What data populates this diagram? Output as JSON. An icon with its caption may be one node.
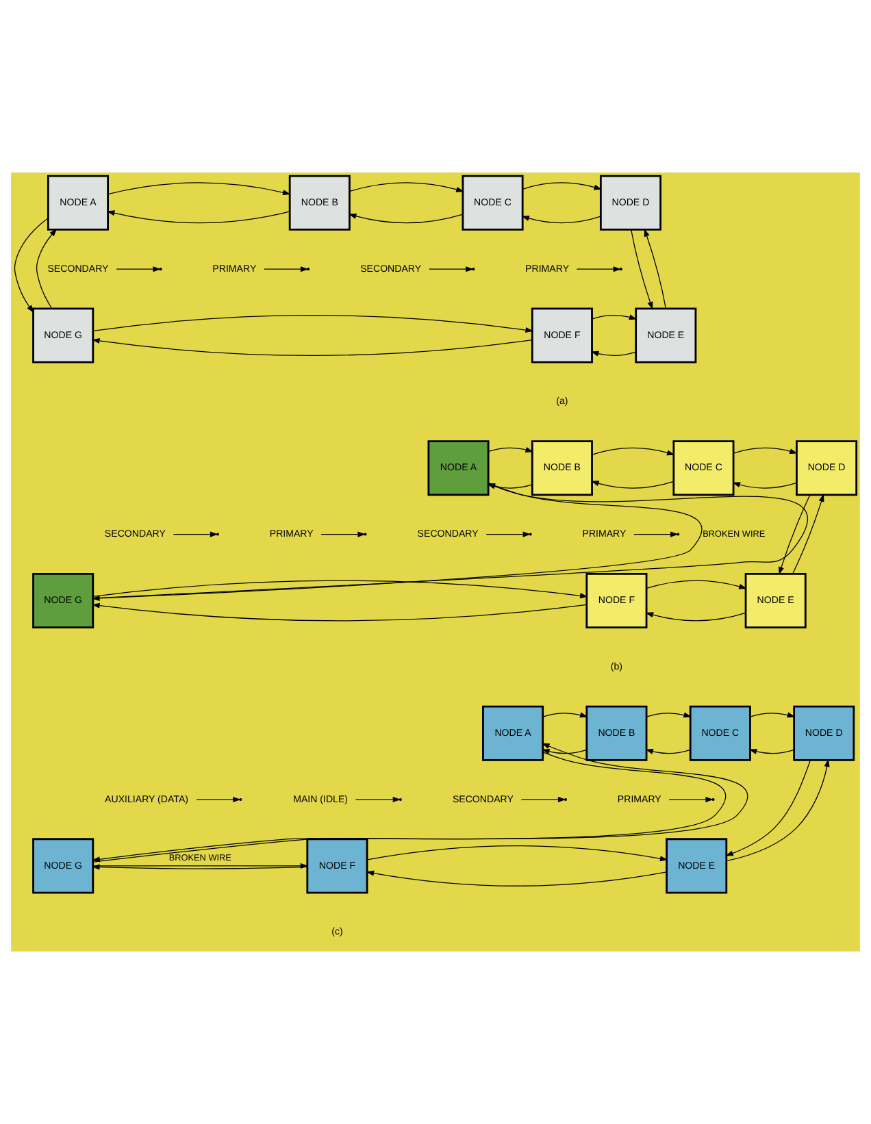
{
  "diagram": {
    "nodes": [
      {
        "text": [
          "NODE A"
        ]
      },
      {
        "text": [
          "NODE B"
        ]
      },
      {
        "text": [
          "NODE C"
        ]
      },
      {
        "text": [
          "NODE D"
        ]
      },
      {
        "text": [
          "SECONDARY"
        ]
      },
      {
        "text": [
          "SECONDARY"
        ]
      },
      {
        "text": [
          "PRIMARY"
        ]
      },
      {
        "text": [
          "PRIMARY"
        ]
      },
      {
        "text": [
          "NODE G"
        ]
      },
      {
        "text": [
          "NODE F"
        ]
      },
      {
        "text": [
          "NODE E"
        ]
      },
      {
        "text": [
          "NODE A"
        ]
      },
      {
        "text": [
          "NODE B"
        ]
      },
      {
        "text": [
          "NODE C"
        ]
      },
      {
        "text": [
          "NODE D"
        ]
      },
      {
        "text": [
          "SECONDARY"
        ]
      },
      {
        "text": [
          "SECONDARY"
        ]
      },
      {
        "text": [
          "PRIMARY"
        ]
      },
      {
        "text": [
          "PRIMARY"
        ]
      },
      {
        "text": [
          "NODE G"
        ]
      },
      {
        "text": [
          "NODE F"
        ]
      },
      {
        "text": [
          "NODE E"
        ]
      },
      {
        "text": [
          "NODE A"
        ]
      },
      {
        "text": [
          "NODE B"
        ]
      },
      {
        "text": [
          "NODE C"
        ]
      },
      {
        "text": [
          "NODE D"
        ]
      },
      {
        "text": [
          "AUXILIARY (DATA)"
        ]
      },
      {
        "text": [
          "SECONDARY"
        ]
      },
      {
        "text": [
          "MAIN (IDLE)"
        ]
      },
      {
        "text": [
          "PRIMARY"
        ]
      },
      {
        "text": [
          "NODE G"
        ]
      },
      {
        "text": [
          "NODE F"
        ]
      },
      {
        "text": [
          "NODE E"
        ]
      }
    ],
    "edges": [
      {
        "from": 1,
        "to": 0,
        "arrow": "to"
      },
      {
        "from": 2,
        "to": 1,
        "arrow": "to"
      },
      {
        "from": 3,
        "to": 2,
        "arrow": "to"
      },
      {
        "from": 0,
        "to": 1,
        "arrow": "to"
      },
      {
        "from": 1,
        "to": 2,
        "arrow": "to"
      },
      {
        "from": 2,
        "to": 3,
        "arrow": "to"
      },
      {
        "from": 3,
        "to": 10,
        "arrow": "to"
      },
      {
        "from": 10,
        "to": 3,
        "arrow": "to"
      },
      {
        "from": 10,
        "to": 9,
        "arrow": "to"
      },
      {
        "from": 9,
        "to": 8,
        "arrow": "to"
      },
      {
        "from": 8,
        "to": 0,
        "arrow": "to"
      },
      {
        "from": 0,
        "to": 8,
        "arrow": "to"
      },
      {
        "from": 8,
        "to": 9,
        "arrow": "to"
      },
      {
        "from": 9,
        "to": 10,
        "arrow": "to"
      },
      {
        "from": 4,
        "to": null,
        "arrow": "to"
      },
      {
        "from": 5,
        "to": null,
        "arrow": "to"
      },
      {
        "from": 6,
        "to": null,
        "arrow": "to"
      },
      {
        "from": 7,
        "to": null,
        "arrow": "to"
      },
      {
        "from": 12,
        "to": 11,
        "arrow": "to"
      },
      {
        "from": 13,
        "to": 12,
        "arrow": "to"
      },
      {
        "from": 14,
        "to": 13,
        "arrow": "to"
      },
      {
        "from": 11,
        "to": 12,
        "arrow": "to"
      },
      {
        "from": 12,
        "to": 13,
        "arrow": "to"
      },
      {
        "from": 13,
        "to": 14,
        "arrow": "to"
      },
      {
        "from": 14,
        "to": 21,
        "arrow": "to"
      },
      {
        "from": 21,
        "to": 14,
        "arrow": "to"
      },
      {
        "from": 21,
        "to": 20,
        "arrow": "to"
      },
      {
        "from": 20,
        "to": 19,
        "arrow": "to"
      },
      {
        "from": 19,
        "to": 11,
        "arrow": "to"
      },
      {
        "from": 11,
        "to": 19,
        "arrow": "to",
        "label": "BROKEN WIRE"
      },
      {
        "from": 19,
        "to": 20,
        "arrow": "to"
      },
      {
        "from": 20,
        "to": 21,
        "arrow": "to"
      },
      {
        "from": 15,
        "to": null,
        "arrow": "to"
      },
      {
        "from": 16,
        "to": null,
        "arrow": "to"
      },
      {
        "from": 17,
        "to": null,
        "arrow": "to"
      },
      {
        "from": 18,
        "to": null,
        "arrow": "to"
      },
      {
        "from": 23,
        "to": 22,
        "arrow": "to"
      },
      {
        "from": 24,
        "to": 23,
        "arrow": "to"
      },
      {
        "from": 25,
        "to": 24,
        "arrow": "to"
      },
      {
        "from": 22,
        "to": 23,
        "arrow": "to"
      },
      {
        "from": 23,
        "to": 24,
        "arrow": "to"
      },
      {
        "from": 24,
        "to": 25,
        "arrow": "to"
      },
      {
        "from": 25,
        "to": 32,
        "arrow": "to"
      },
      {
        "from": 32,
        "to": 25,
        "arrow": "to"
      },
      {
        "from": 32,
        "to": 31,
        "arrow": "to"
      },
      {
        "from": 31,
        "to": 30,
        "arrow": "to"
      },
      {
        "from": 30,
        "to": 22,
        "arrow": "to"
      },
      {
        "from": 22,
        "to": 30,
        "arrow": "to"
      },
      {
        "from": 30,
        "to": 31,
        "arrow": "to",
        "label": "BROKEN WIRE"
      },
      {
        "from": 31,
        "to": 32,
        "arrow": "to"
      },
      {
        "from": 26,
        "to": null,
        "arrow": "to"
      },
      {
        "from": 27,
        "to": null,
        "arrow": "to"
      },
      {
        "from": 28,
        "to": null,
        "arrow": "to"
      },
      {
        "from": 29,
        "to": null,
        "arrow": "to"
      }
    ],
    "labels": [
      "(a)",
      "(b)",
      "(c)"
    ]
  }
}
